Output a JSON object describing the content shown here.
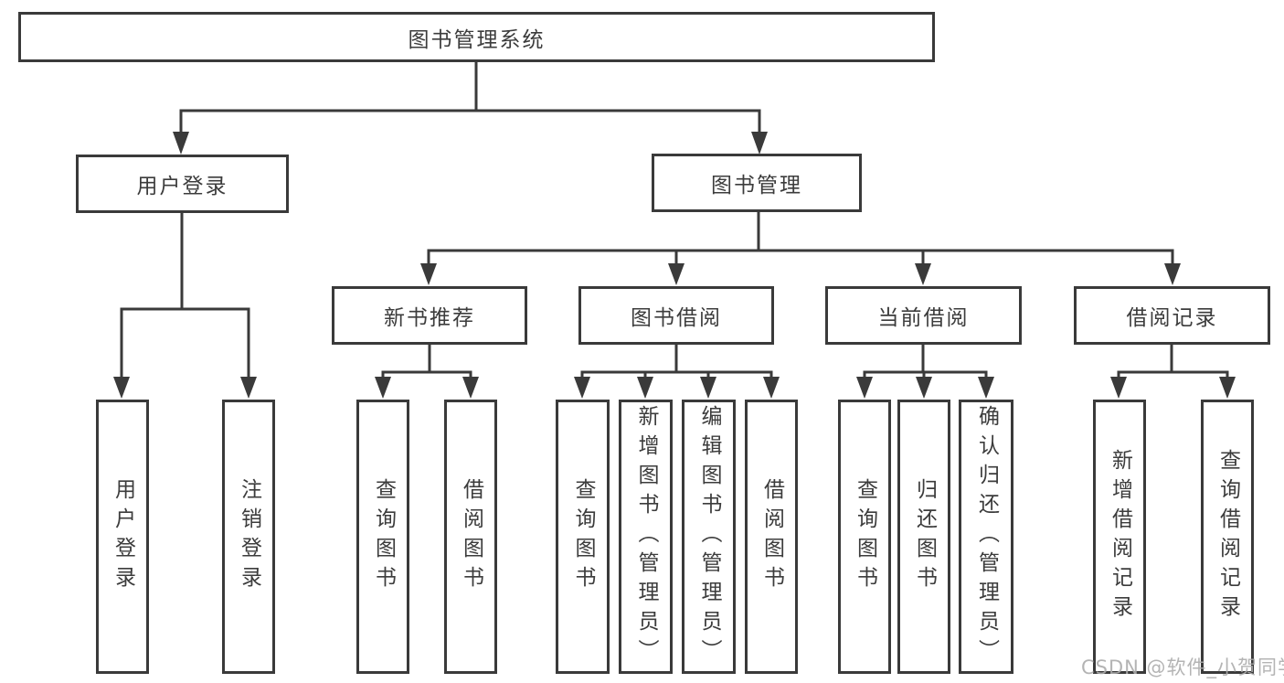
{
  "diagram": {
    "root": {
      "label": "图书管理系统"
    },
    "branches": [
      {
        "id": "user-login",
        "label": "用户登录",
        "children": [
          {
            "label": "用户登录"
          },
          {
            "label": "注销登录"
          }
        ]
      },
      {
        "id": "book-management",
        "label": "图书管理",
        "sections": [
          {
            "id": "new-book-recommend",
            "label": "新书推荐",
            "children": [
              {
                "label": "查询图书"
              },
              {
                "label": "借阅图书"
              }
            ]
          },
          {
            "id": "book-borrowing",
            "label": "图书借阅",
            "children": [
              {
                "label": "查询图书"
              },
              {
                "label": "新增图书（管理员）"
              },
              {
                "label": "编辑图书（管理员）"
              },
              {
                "label": "借阅图书"
              }
            ]
          },
          {
            "id": "current-borrowing",
            "label": "当前借阅",
            "children": [
              {
                "label": "查询图书"
              },
              {
                "label": "归还图书"
              },
              {
                "label": "确认归还（管理员）"
              }
            ]
          },
          {
            "id": "borrowing-records",
            "label": "借阅记录",
            "children": [
              {
                "label": "新增借阅记录"
              },
              {
                "label": "查询借阅记录"
              }
            ]
          }
        ]
      }
    ]
  },
  "watermark": {
    "text": "CSDN @软件_小贺同学"
  },
  "colors": {
    "line": "#3a3a3a",
    "text": "#3c3c3c",
    "box_background": "#ffffff",
    "watermark": "#acacac",
    "background": "#ffffff"
  }
}
